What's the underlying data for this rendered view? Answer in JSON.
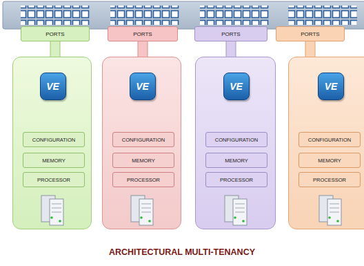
{
  "diagram": {
    "caption": "ARCHITECTURAL MULTI-TENANCY",
    "nodes": [
      {
        "text": [
          "PORTS"
        ]
      },
      {
        "text": [
          "VE"
        ]
      },
      {
        "text": [
          "CONFIGURATION"
        ],
        "in": 1
      },
      {
        "text": [
          "MEMORY"
        ],
        "in": 1
      },
      {
        "text": [
          "PROCESSOR"
        ],
        "in": 1
      },
      {
        "text": [
          "PORTS"
        ]
      },
      {
        "text": [
          "VE"
        ]
      },
      {
        "text": [
          "CONFIGURATION"
        ],
        "in": 6
      },
      {
        "text": [
          "MEMORY"
        ],
        "in": 6
      },
      {
        "text": [
          "PROCESSOR"
        ],
        "in": 6
      },
      {
        "text": [
          "PORTS"
        ]
      },
      {
        "text": [
          "VE"
        ]
      },
      {
        "text": [
          "CONFIGURATION"
        ],
        "in": 11
      },
      {
        "text": [
          "MEMORY"
        ],
        "in": 11
      },
      {
        "text": [
          "PROCESSOR"
        ],
        "in": 11
      },
      {
        "text": [
          "PORTS"
        ]
      },
      {
        "text": [
          "VE"
        ]
      },
      {
        "text": [
          "CONFIGURATION"
        ],
        "in": 16
      },
      {
        "text": [
          "MEMORY"
        ],
        "in": 16
      },
      {
        "text": [
          "PROCESSOR"
        ],
        "in": 16
      }
    ],
    "edges": [
      {
        "from": 0,
        "to": 1,
        "arrow": "none"
      },
      {
        "from": 5,
        "to": 6,
        "arrow": "none"
      },
      {
        "from": 10,
        "to": 11,
        "arrow": "none"
      },
      {
        "from": 15,
        "to": 16,
        "arrow": "none"
      }
    ]
  }
}
